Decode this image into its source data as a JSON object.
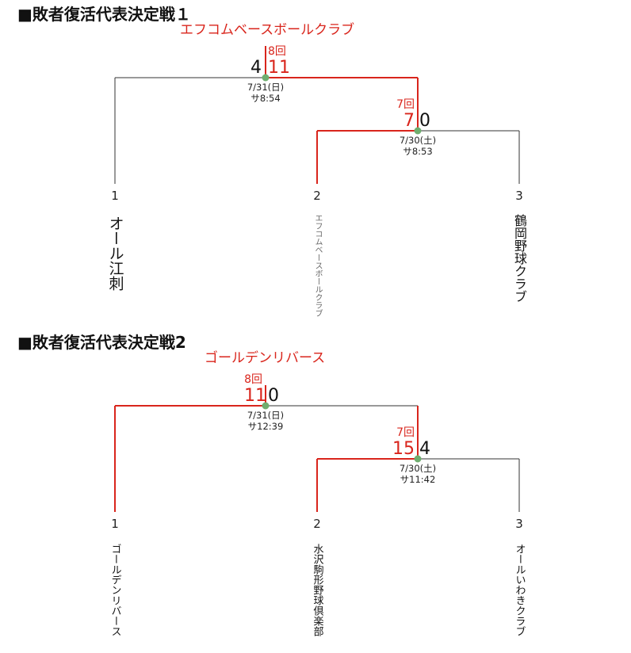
{
  "colors": {
    "win": "#d9251c",
    "line": "#333333",
    "node": "#6fae6f"
  },
  "brackets": [
    {
      "title": "■敗者復活代表決定戦１",
      "winner": "エフコムベースボールクラブ",
      "final": {
        "inning": "8回",
        "score_left": "4",
        "score_right": "11",
        "date": "7/31(日)",
        "time": "サ8:54"
      },
      "semi": {
        "inning": "7回",
        "score_left": "7",
        "score_right": "0",
        "date": "7/30(土)",
        "time": "サ8:53"
      },
      "teams": [
        {
          "seed": "1",
          "name": "オール江刺"
        },
        {
          "seed": "2",
          "name": "エフコムベースボールクラブ"
        },
        {
          "seed": "3",
          "name": "鶴岡野球クラブ"
        }
      ]
    },
    {
      "title": "■敗者復活代表決定戦2",
      "winner": "ゴールデンリバース",
      "final": {
        "inning": "8回",
        "score_left": "11",
        "score_right": "0",
        "date": "7/31(日)",
        "time": "サ12:39"
      },
      "semi": {
        "inning": "7回",
        "score_left": "15",
        "score_right": "4",
        "date": "7/30(土)",
        "time": "サ11:42"
      },
      "teams": [
        {
          "seed": "1",
          "name": "ゴールデンリバース"
        },
        {
          "seed": "2",
          "name": "水沢駒形野球倶楽部"
        },
        {
          "seed": "3",
          "name": "オールいわきクラブ"
        }
      ]
    }
  ]
}
